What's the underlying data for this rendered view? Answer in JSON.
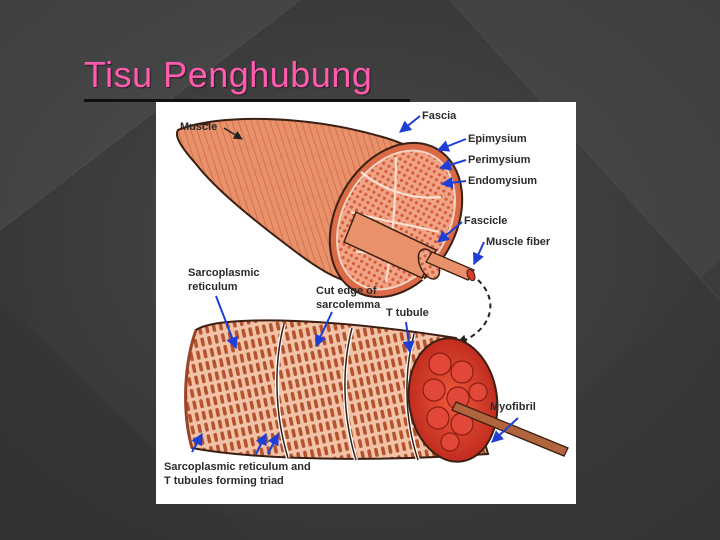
{
  "slide": {
    "title": "Tisu Penghubung",
    "title_color": "#ff5cb0",
    "background_color": "#3d3d3d"
  },
  "diagram": {
    "labels": {
      "muscle": "Muscle",
      "fascia": "Fascia",
      "epimysium": "Epimysium",
      "perimysium": "Perimysium",
      "endomysium": "Endomysium",
      "fascicle": "Fascicle",
      "muscle_fiber": "Muscle fiber",
      "sarcoplasmic_line1": "Sarcoplasmic",
      "sarcoplasmic_line2": "reticulum",
      "cut_edge_line1": "Cut edge of",
      "cut_edge_line2": "sarcolemma",
      "t_tubule": "T tubule",
      "myofibril": "Myofibril",
      "triad_line1": "Sarcoplasmic reticulum and",
      "triad_line2": "T tubules forming triad"
    },
    "colors": {
      "muscle": "#e8916a",
      "muscle_dark": "#c8623f",
      "red": "#d83a2a",
      "arrow": "#1d3fd6",
      "dark_outline": "#3a1f12"
    }
  }
}
